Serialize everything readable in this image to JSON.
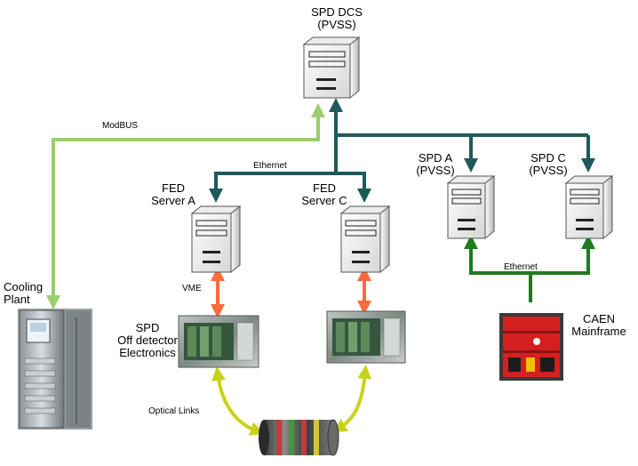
{
  "nodes": {
    "spd_dcs": {
      "line1": "SPD DCS",
      "line2": "(PVSS)"
    },
    "fed_a": {
      "line1": "FED",
      "line2": "Server A"
    },
    "fed_c": {
      "line1": "FED",
      "line2": "Server C"
    },
    "spd_a": {
      "line1": "SPD A",
      "line2": "(PVSS)"
    },
    "spd_c": {
      "line1": "SPD C",
      "line2": "(PVSS)"
    },
    "cooling": {
      "line1": "Cooling",
      "line2": "Plant"
    },
    "spd_off": {
      "line1": "SPD",
      "line2": "Off detector",
      "line3": "Electronics"
    },
    "caen": {
      "line1": "CAEN",
      "line2": "Mainframe"
    }
  },
  "links": {
    "modbus": "ModBUS",
    "ethernet_top": "Ethernet",
    "ethernet_caen": "Ethernet",
    "vme": "VME",
    "optical": "Optical Links"
  },
  "colors": {
    "ethernet_dark": "#1f5a5a",
    "ethernet_green": "#1e7b1e",
    "modbus": "#9acd6e",
    "vme": "#ff6a3d",
    "optical": "#c9d21a",
    "caen_red": "#d42020"
  }
}
